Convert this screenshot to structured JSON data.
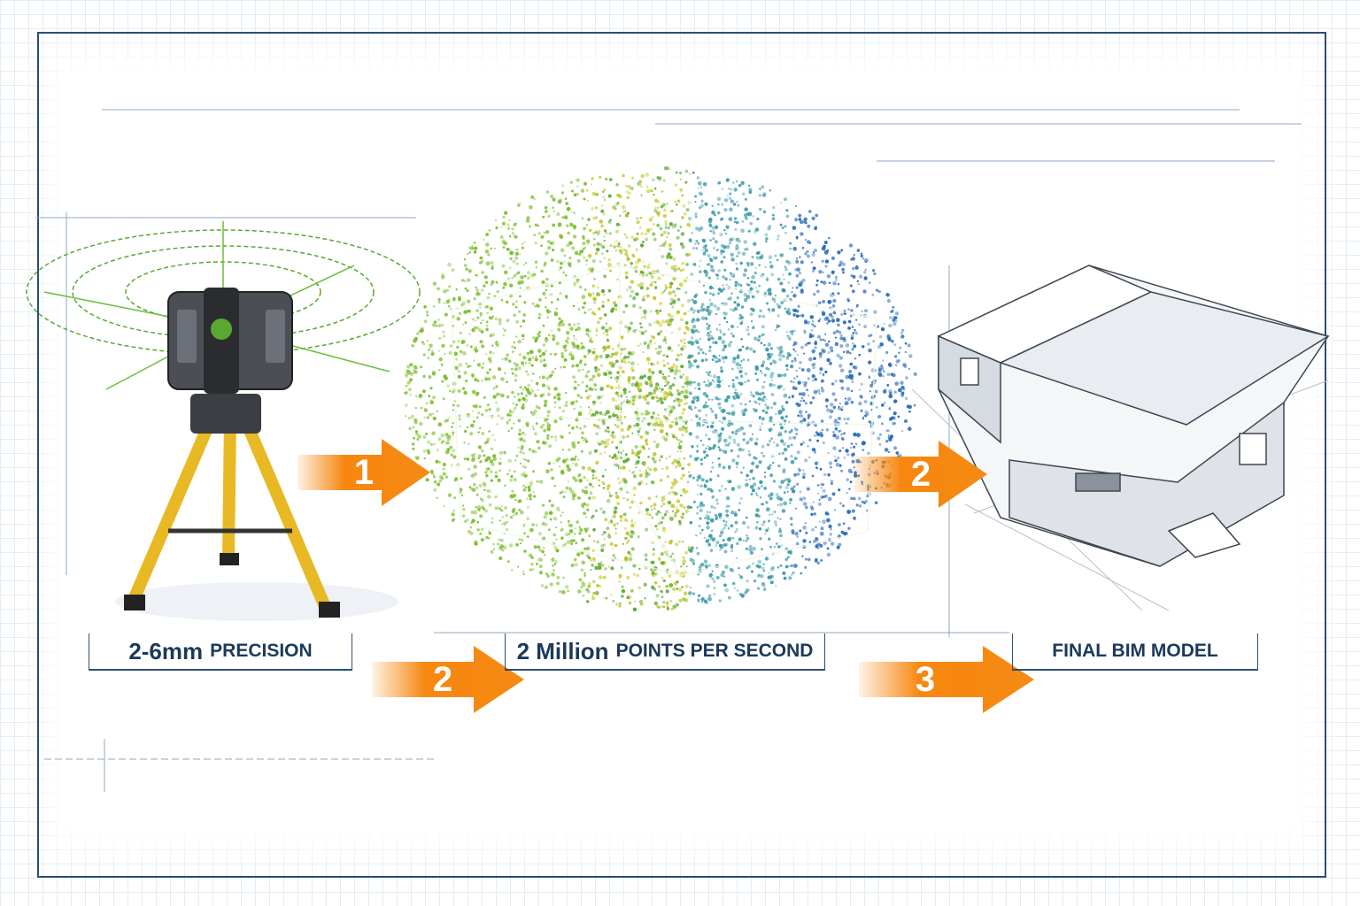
{
  "steps": [
    {
      "number": "1"
    },
    {
      "number": "2"
    },
    {
      "number": "2"
    },
    {
      "number": "3"
    }
  ],
  "labels": {
    "precision": {
      "big": "2-6mm",
      "small": "PRECISION"
    },
    "points": {
      "big": "2 Million",
      "small": "POINTS PER SECOND"
    },
    "model": {
      "big": "",
      "small": "FINAL BIM MODEL"
    }
  },
  "colors": {
    "arrow": "#f7870f",
    "label_text": "#1b3a5a",
    "frame": "#2c4f73",
    "scan_green": "#5aa832",
    "cloud_blue": "#2a6db8",
    "tripod_yellow": "#e8b825"
  },
  "icons": [
    "laser-scanner-icon",
    "tripod-icon",
    "point-cloud-icon",
    "bim-model-icon",
    "arrow-icon"
  ]
}
